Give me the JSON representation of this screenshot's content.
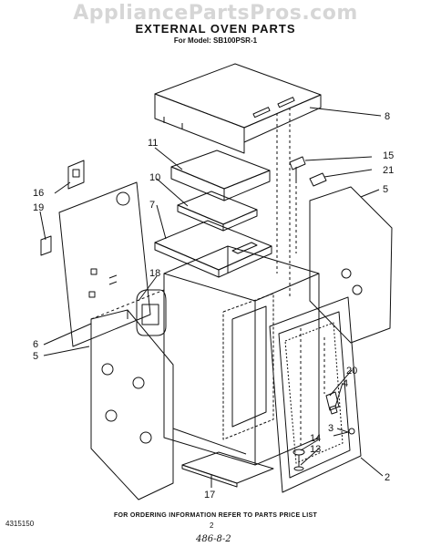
{
  "watermark": "AppliancePartsPros.com",
  "title": "EXTERNAL OVEN PARTS",
  "model_line": "For Model: SB100PSR-1",
  "footer_note": "FOR ORDERING INFORMATION REFER TO PARTS PRICE LIST",
  "doc_number": "4315150",
  "page_number": "2",
  "handwritten_note": "486-8-2",
  "callouts": {
    "c8": "8",
    "c11": "11",
    "c15": "15",
    "c21": "21",
    "c10": "10",
    "c16": "16",
    "c5_top": "5",
    "c7": "7",
    "c19": "19",
    "c18": "18",
    "c6": "6",
    "c5_left": "5",
    "c20": "20",
    "c4": "4",
    "c3": "3",
    "c14": "14",
    "c13": "13",
    "c17": "17",
    "c2": "2"
  }
}
